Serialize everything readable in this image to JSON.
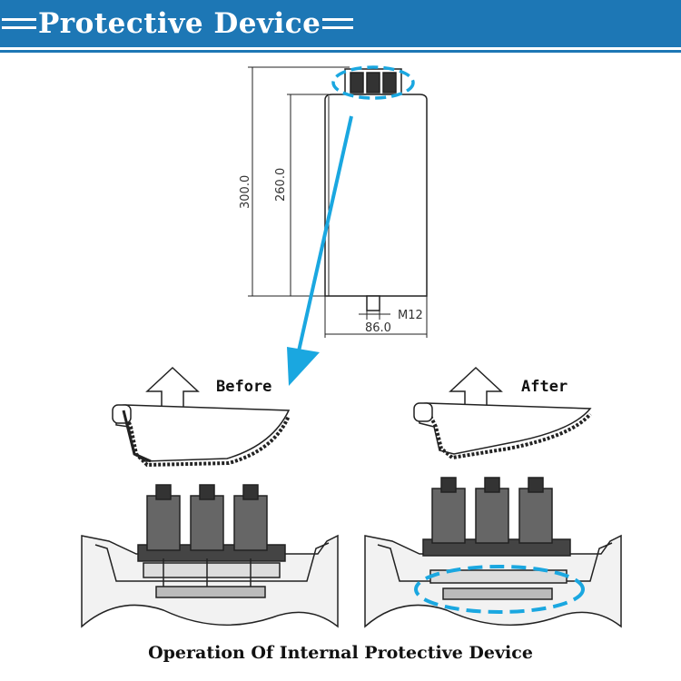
{
  "header": {
    "title": "Protective Device"
  },
  "drawing": {
    "dim_total_height": "300.0",
    "dim_body_height": "260.0",
    "dim_thread": "M12",
    "dim_width": "86.0"
  },
  "labels": {
    "before": "Before",
    "after": "After"
  },
  "caption": "Operation Of Internal Protective Device",
  "colors": {
    "header_bg": "#1d77b5",
    "highlight": "#1aa7e0"
  }
}
